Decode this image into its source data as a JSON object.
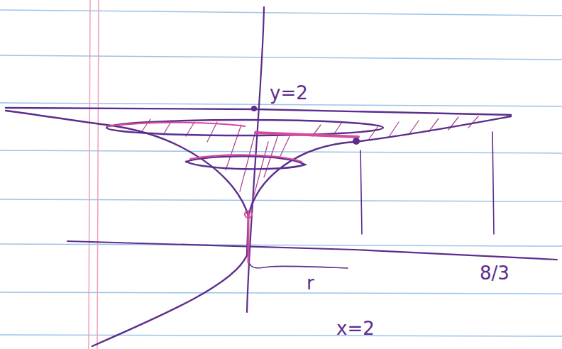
{
  "diagram": {
    "labels": [
      "y=2",
      "r",
      "8/3",
      "x=2"
    ]
  }
}
